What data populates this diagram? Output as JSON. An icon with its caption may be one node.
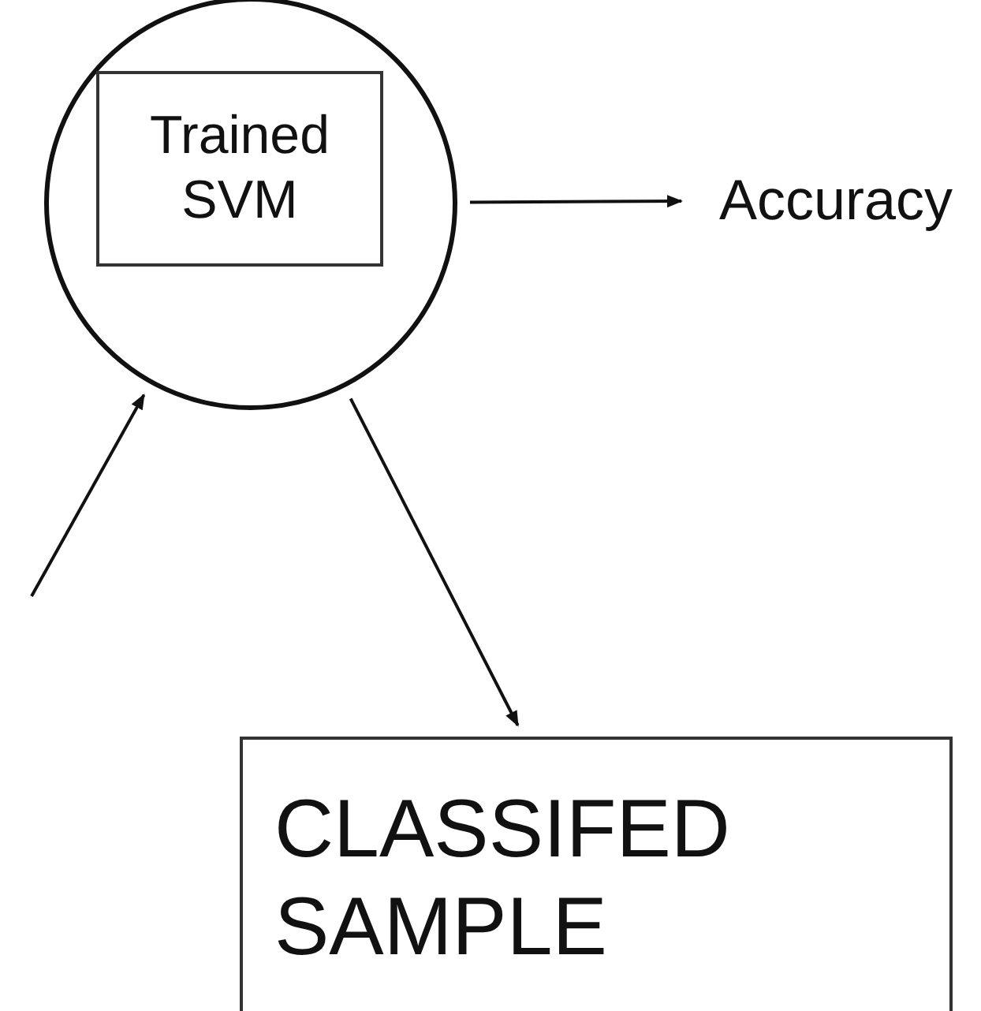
{
  "diagram": {
    "nodes": [
      {
        "text": [],
        "shape": "circle"
      },
      {
        "text": [
          "Trained SVM"
        ],
        "in": 0
      },
      {
        "text": [
          "Accuracy"
        ]
      },
      {
        "text": [
          "CLASSIFED SAMPLE"
        ]
      }
    ],
    "edges": [
      {
        "from": 0,
        "to": 2,
        "arrow": "to"
      },
      {
        "from": null,
        "to": 0,
        "arrow": "to"
      },
      {
        "from": 0,
        "to": 3,
        "arrow": "to"
      }
    ]
  }
}
